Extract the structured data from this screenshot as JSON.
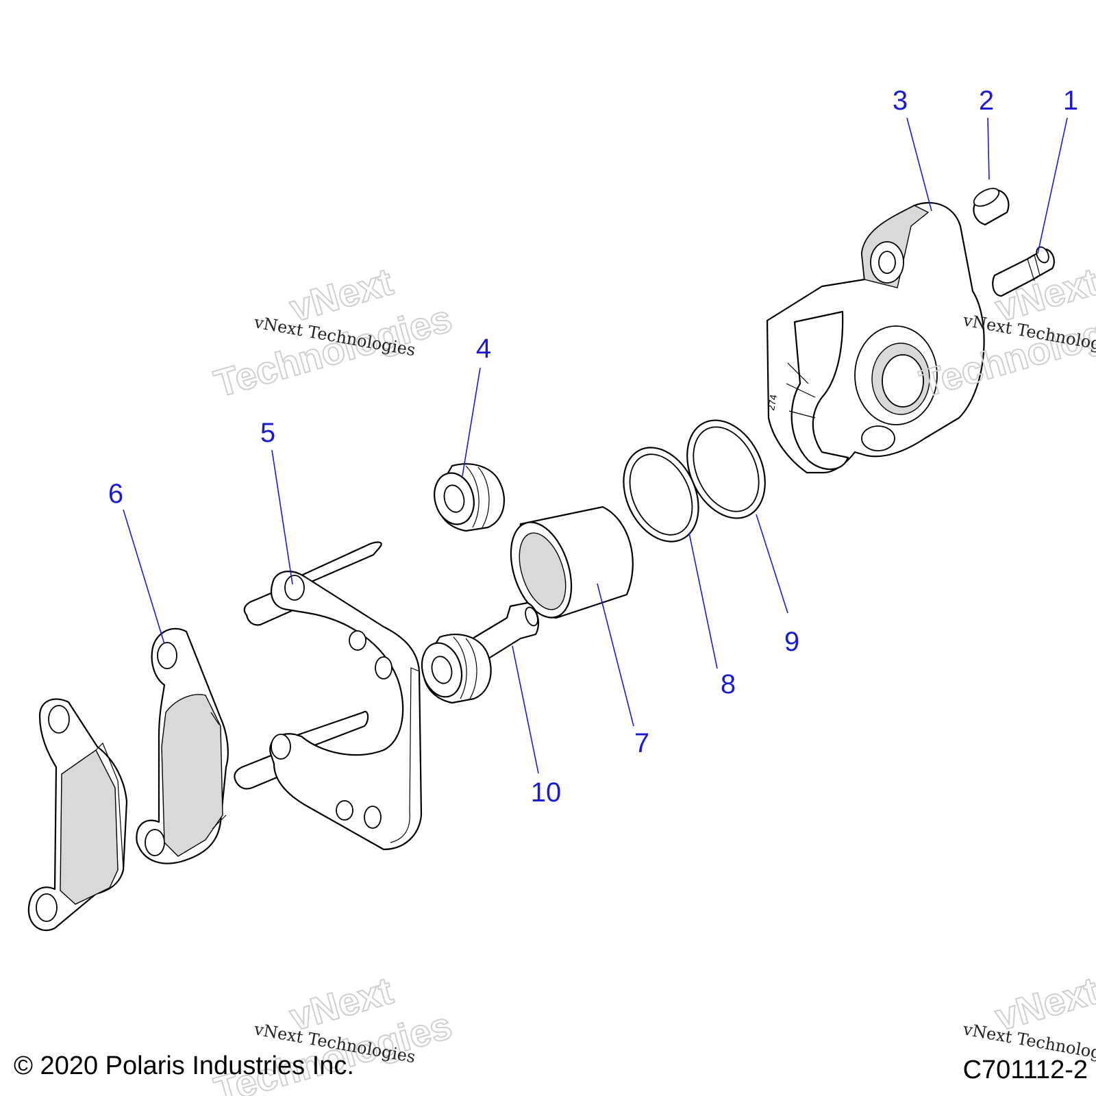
{
  "callouts": {
    "c1": "1",
    "c2": "2",
    "c3": "3",
    "c4": "4",
    "c5": "5",
    "c6": "6",
    "c7": "7",
    "c8": "8",
    "c9": "9",
    "c10": "10"
  },
  "part_stamp": "274",
  "watermark": {
    "line": "vNext Technologies",
    "big_1": "vNext",
    "big_2": "Technologies"
  },
  "footer": {
    "copyright": "© 2020 Polaris Industries Inc.",
    "drawing_id": "C701112-2"
  },
  "colors": {
    "callout": "#1a1ad6",
    "line_art": "#000000"
  }
}
